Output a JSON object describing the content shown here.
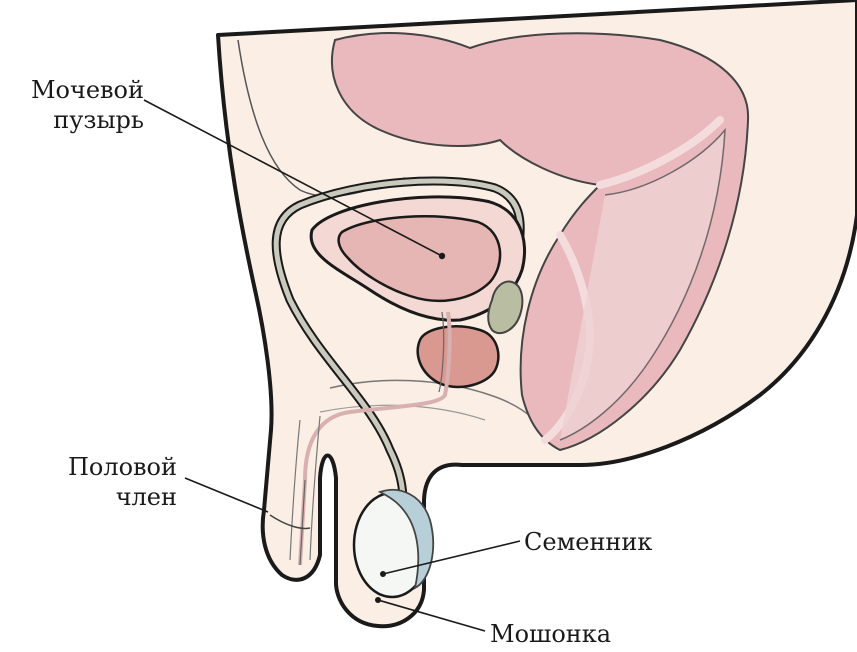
{
  "labels": {
    "bladder": [
      "Мочевой",
      "пузырь"
    ],
    "penis": [
      "Половой",
      "член"
    ],
    "testis": "Семенник",
    "scrotum": "Мошонка"
  },
  "colors": {
    "skin": "#fbeee4",
    "outline": "#1a1a1a",
    "bladder": "#e6b6b4",
    "bladder_wall": "#f3d8d4",
    "rectum": "#e9b9bd",
    "rectum_light": "#f0d3d4",
    "prostate": "#d99890",
    "seminal_vesicle": "#b9bea2",
    "vas_deferens": "#c9c9bd",
    "testis": "#f4f7f4",
    "epididymis": "#b7cfd8",
    "urethra": "#d9b0b0"
  }
}
